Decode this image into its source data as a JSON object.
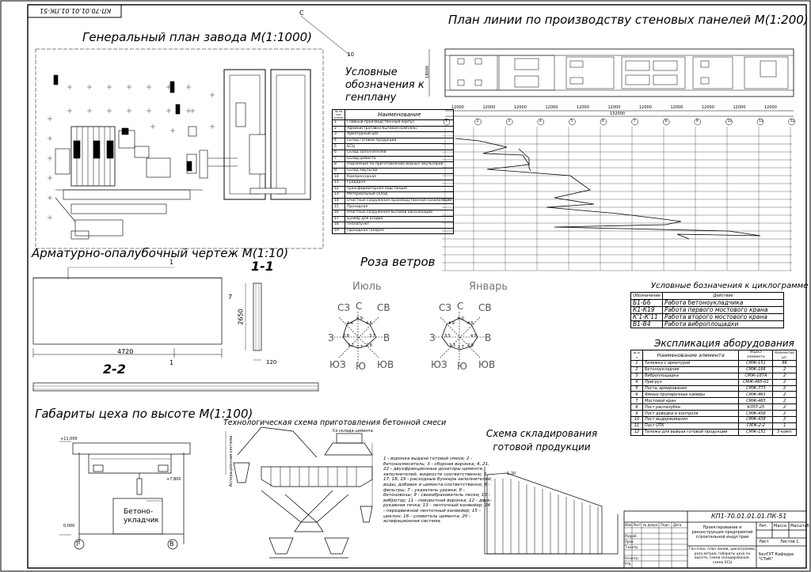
{
  "sheet_code_rotated": "КП-70.01.01.01.ПК-51",
  "stamp_code": "КП1-70.01.01.01.ПК-51",
  "titles": {
    "general_plan": "Генеральный план завода М(1:1000)",
    "line_plan": "План линии по производству стеновых панелей М(1:200)",
    "legend_genplan": "Условные обозначения к генплану",
    "armature": "Арматурно-опалубочный чертеж М(1:10)",
    "wind_rose": "Роза ветров",
    "cyclogram_legend": "Условные бозначения к циклограмме",
    "explication": "Экспликация аборудования",
    "shop_heights": "Габариты цеха по высоте М(1:100)",
    "concrete_scheme": "Технологическая схема приготовления бетонной смеси",
    "storage_scheme": "Схема складирования готовой продукции"
  },
  "genplan_marks": {
    "north": "С",
    "scale": "10"
  },
  "genplan_table": {
    "header_num": "№ на ген-плане",
    "header_name": "Наименование",
    "rows": [
      [
        "1",
        "Главный производственный корпус"
      ],
      [
        "2",
        "Административно-бытовой комплекс"
      ],
      [
        "3",
        "Арматурный цех"
      ],
      [
        "4",
        "Склад готовой продукции"
      ],
      [
        "5",
        "БСЦ"
      ],
      [
        "6",
        "Склад заполнителей"
      ],
      [
        "7",
        "Склад цемента"
      ],
      [
        "8",
        "Надземные по приготовлению водных эмульсиров"
      ],
      [
        "9",
        "Склад эмульсии"
      ],
      [
        "10",
        "Компрессорная"
      ],
      [
        "11",
        "Градирня"
      ],
      [
        "12",
        "Трансформаторная подстанция"
      ],
      [
        "13",
        "Материальный склад"
      ],
      [
        "14",
        "Очистные сооружения производственной канализации"
      ],
      [
        "15",
        "Проходная"
      ],
      [
        "16",
        "Очистные сооружения бытовой канализации"
      ],
      [
        "17",
        "Бункер для осадка"
      ],
      [
        "18",
        "Теплопункт"
      ],
      [
        "19",
        "Проходная галерея"
      ]
    ]
  },
  "line_plan": {
    "dim_total": "132000",
    "dim_width": "18000",
    "spans": [
      "12000",
      "12000",
      "12000",
      "12000",
      "12000",
      "12000",
      "12000",
      "12000",
      "12000",
      "12000",
      "12000"
    ],
    "axes": [
      "1",
      "2",
      "3",
      "4",
      "5",
      "6",
      "7",
      "8",
      "9",
      "10",
      "11",
      "12"
    ]
  },
  "armature": {
    "width": "4720",
    "height": "2650",
    "thickness": "120",
    "section_1": "1-1",
    "section_2": "2-2",
    "mark": "1",
    "dim_small": "7"
  },
  "wind": {
    "july": {
      "title": "Июль",
      "dirs": [
        "СЗ",
        "С",
        "СВ",
        "З",
        "В",
        "ЮЗ",
        "Ю",
        "ЮВ"
      ],
      "values": [
        "4.4",
        "4.9",
        "4.6",
        "3.8",
        "3.7",
        "3.2",
        "2.7",
        "2.8"
      ]
    },
    "january": {
      "title": "Январь",
      "dirs": [
        "СЗ",
        "С",
        "СВ",
        "З",
        "В",
        "ЮЗ",
        "Ю",
        "ЮВ"
      ],
      "values": [
        "4.9",
        "5.0",
        "4.5",
        "3.5",
        "4.5",
        "3.3",
        "2.7",
        "3.8"
      ]
    }
  },
  "cyclogram_table": {
    "headers": [
      "Обозначение",
      "Действие"
    ],
    "rows": [
      [
        "Б1-Б6",
        "Работа бетоноукладчика"
      ],
      [
        "К1-К19",
        "Работа первого мостового крана"
      ],
      [
        "К'1-К'11",
        "Работа второго мостового крана"
      ],
      [
        "В1-В4",
        "Работа виброплощадки"
      ]
    ]
  },
  "equipment_table": {
    "headers": [
      "№ п/п",
      "Наименование элемента",
      "Марка элемента",
      "Количество шт."
    ],
    "rows": [
      [
        "1",
        "Тележка с арматурой",
        "СМЖ-151",
        "66"
      ],
      [
        "2",
        "Бетоноукладчик",
        "СМЖ-166",
        "2"
      ],
      [
        "3",
        "Виброплощадка",
        "СМЖ-187А",
        "2"
      ],
      [
        "4",
        "Пригруз",
        "СМЖ-485-01",
        "2"
      ],
      [
        "5",
        "Посты армирования",
        "СМЖ-773",
        "2"
      ],
      [
        "6",
        "Ямные пропарочные камеры",
        "СМЖ-463",
        "2"
      ],
      [
        "7",
        "Мостовой кран",
        "СМЖ-465",
        "2"
      ],
      [
        "8",
        "Пост распалубки",
        "КЛ5Т-25",
        "2"
      ],
      [
        "9",
        "Пост доводки и контроля",
        "СМЖ-458",
        "2"
      ],
      [
        "10",
        "Пост выдерживания",
        "СМЖ-438",
        "2"
      ],
      [
        "11",
        "Пост ОТК",
        "СМЖ-2-2",
        "1"
      ],
      [
        "12",
        "Тележа для вывоза готовой продукции",
        "СМЖ-151",
        "3 комп."
      ]
    ]
  },
  "shop_heights": {
    "top": "+11,000",
    "mid": "+7,800",
    "zero": "0,000",
    "label": "Бетоно-укладчик",
    "axes": [
      "Г",
      "В"
    ]
  },
  "concrete_notes": "1 - воронка выдачи готовой смеси; 2 - бетоносмеситель; 3 - сборная воронка; 4, 21, 22 - двухфракционные дозаторы цемента, заполнителей, жидкости соответственно; 5, 17, 18, 19 - расходные бункера заполнителей, воды, добавок и цемента соответственно; 6 - фильтры; 7 - указатель уровня; 8 - бетоновозы; 9 - своеобразователь пески; 10 - вибротор; 11 - поворотная воронка; 12 - двух-рукавная течка; 13 - ленточный конвейер; 14 - передвижной ленточный конвейер; 15 - циклон; 16 - уловитель цемента; 20 - аспирационная система.",
  "concrete_labels": {
    "from_cement": "Со склада цемента",
    "aspiration": "Аспирационная система"
  },
  "storage": {
    "mark": "1:20"
  },
  "stamp": {
    "designation": "КП1-70.01.01.01.ПК-51",
    "title": "Проектирование и реконструкция предприятий строительной индустрии",
    "sheet_desc": "Ген.план, план линии, циклограмма, роза ветров, габариты цеха по высоте, схема складирования, схема БСЦ",
    "org": "БелГУТ Кафедра \"СТиК\"",
    "stage_head": "Лит.",
    "mass_head": "Масса",
    "scale_head": "Масштаб",
    "sheet_label": "Лист",
    "sheets_label": "Листов 1",
    "roles": [
      "Изм.",
      "Лист",
      "№ докум.",
      "Подп.",
      "Дата",
      "Разраб.",
      "Пров.",
      "Т.контр.",
      "Н.контр.",
      "Утв."
    ]
  }
}
